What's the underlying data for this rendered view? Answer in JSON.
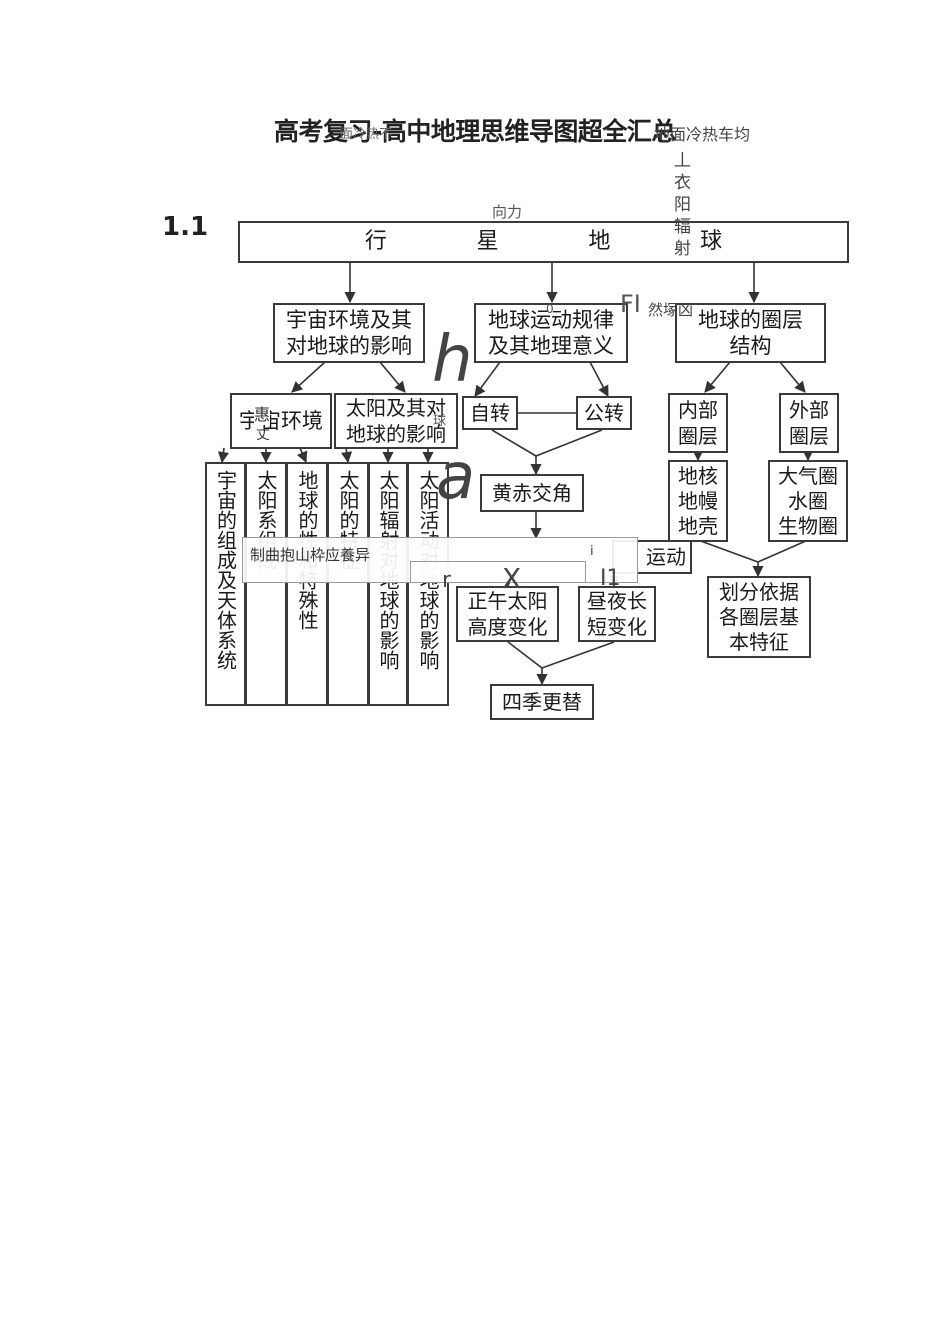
{
  "page": {
    "title": "高考复习-高中地理思维导图超全汇总",
    "section": "1.1"
  },
  "diagram": {
    "root": "行 星 地 球",
    "root_words": [
      "行",
      "星",
      "地",
      "球"
    ],
    "level1": [
      "宇宙环境及其对地球的影响",
      "地球运动规律及其地理意义",
      "地球的圈层结构"
    ],
    "level1_lines": [
      [
        "宇宙环境及其",
        "对地球的影响"
      ],
      [
        "地球运动规律",
        "及其地理意义"
      ],
      [
        "地球的圈层",
        "结构"
      ]
    ],
    "level2_left": [
      [
        "宇宙环境"
      ],
      [
        "太阳及其对",
        "地球的影响"
      ]
    ],
    "rotation": "自转",
    "revolution": "公转",
    "obliquity": "黄赤交角",
    "inner_layers": [
      "内部",
      "圈层"
    ],
    "outer_layers": [
      "外部",
      "圈层"
    ],
    "inner_list": [
      "地核",
      "地幔",
      "地壳"
    ],
    "outer_list": [
      "大气圈",
      "水圈",
      "生物圈"
    ],
    "vertical_boxes": [
      "宇宙的组成及天体系统",
      "太阳系组成",
      "地球的性和特殊性",
      "太阳的特征",
      "太阳辐射对地球的影响",
      "太阳活动对地球的影响"
    ],
    "sun_motion": "运动",
    "noon_sun": [
      "正午太阳",
      "高度变化"
    ],
    "day_night": [
      "昼夜长",
      "短变化"
    ],
    "seasons": "四季更替",
    "layer_basis": [
      "划分依据",
      "各圈层基",
      "本特征"
    ]
  },
  "overlay_text": {
    "top_right": "地面冷热车均",
    "top_mid": "面冷热不",
    "vertical_right": [
      "丄",
      "衣",
      "阳",
      "辐",
      "射"
    ],
    "force": "向力",
    "fi": "FI",
    "fi_text": "然塚凶",
    "zero": "0",
    "h": "h",
    "a": "a",
    "hui": "惠",
    "ye": "丈",
    "qiu": "球",
    "strip": "制曲抱山枠应養异",
    "i": "i",
    "r": "r",
    "x": "X",
    "l1": "I1"
  }
}
